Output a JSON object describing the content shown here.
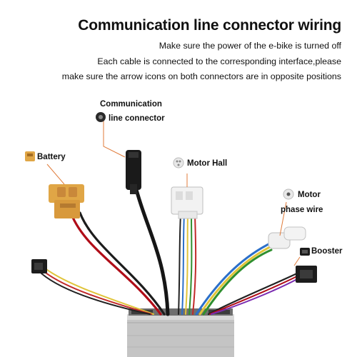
{
  "heading": {
    "title": "Communication line connector wiring",
    "lines": [
      "Make sure the power of the e-bike is turned off",
      "Each cable is connected to the corresponding interface,please",
      "make sure the arrow icons on both connectors are in opposite positions"
    ]
  },
  "labels": {
    "communication_1": "Communication",
    "communication_2": "line connector",
    "battery": "Battery",
    "motor_hall": "Motor Hall",
    "motor_phase_1": "Motor",
    "motor_phase_2": "phase wire",
    "booster": "Booster"
  },
  "colors": {
    "callout": "#e07b3a",
    "battery_connector": "#e0a646",
    "controller_body": "#c9c9c9"
  }
}
